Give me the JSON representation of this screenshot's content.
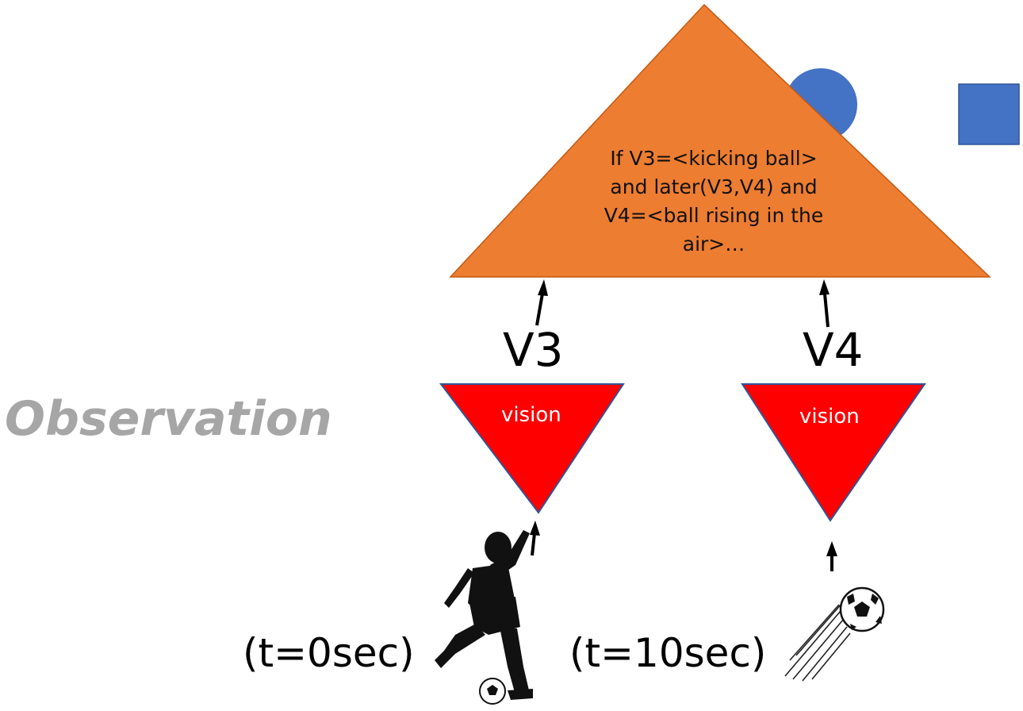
{
  "rule": {
    "lines": [
      "If V3=<kicking ball>",
      "and later(V3,V4) and",
      "V4=<ball rising in the",
      "air>…"
    ]
  },
  "variables": {
    "left": "V3",
    "right": "V4"
  },
  "sensors": {
    "left_label": "vision",
    "right_label": "vision"
  },
  "side_label": "Observation",
  "times": {
    "left": "(t=0sec)",
    "right": "(t=10sec)"
  },
  "colors": {
    "rule_triangle": "#ED7D31",
    "vision_triangle": "#FF0000",
    "vision_border": "#2F5597",
    "shapes": "#4472C4",
    "observation_text": "#A6A6A6"
  },
  "icons": {
    "player": "soccer-player-kicking-icon",
    "ball": "flying-soccer-ball-icon"
  }
}
